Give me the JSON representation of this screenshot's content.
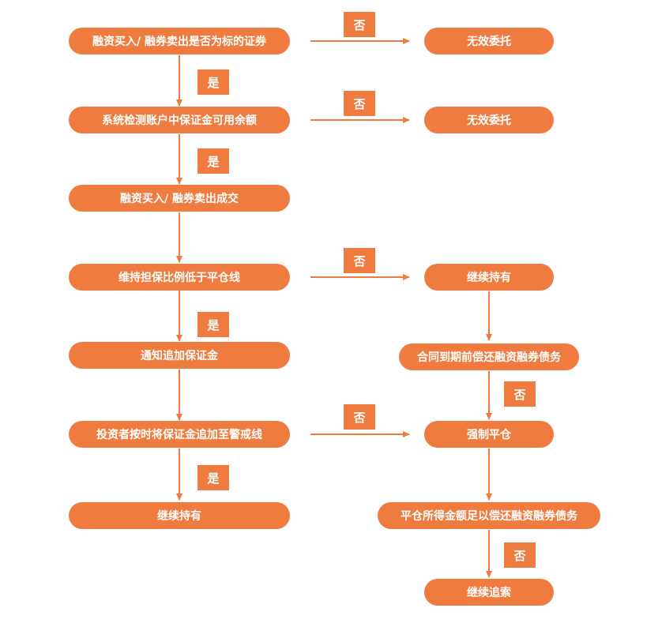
{
  "colors": {
    "node_fill": "#ef7b3f",
    "node_text": "#ffffff",
    "arrow": "#ef7b3f"
  },
  "nodes": {
    "n1": "融资买入/ 融券卖出是否为标的证券",
    "n2": "系统检测账户中保证金可用余额",
    "n3": "融资买入/ 融券卖出成交",
    "n4": "维持担保比例低于平仓线",
    "n5": "通知追加保证金",
    "n6": "投资者按时将保证金追加至警戒线",
    "n7": "继续持有",
    "r1": "无效委托",
    "r2": "无效委托",
    "r3": "继续持有",
    "r4": "合同到期前偿还融资融券债务",
    "r5": "强制平仓",
    "r6": "平仓所得金额足以偿还融资融券债务",
    "r7": "继续追索"
  },
  "labels": {
    "yes1": "是",
    "yes2": "是",
    "yes3": "是",
    "yes4": "是",
    "no1": "否",
    "no2": "否",
    "no3": "否",
    "no4": "否",
    "no5": "否",
    "no6": "否"
  }
}
